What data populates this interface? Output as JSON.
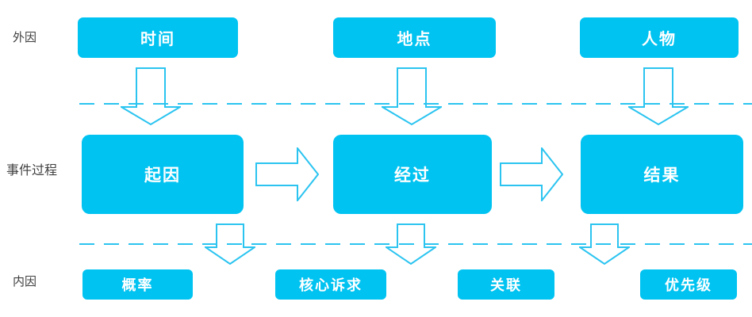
{
  "colors": {
    "box_fill": "#00c3f1",
    "arrow_stroke": "#2bc4f0",
    "dash_line": "#2bc4f0",
    "label_text": "#3f3f3f",
    "node_text": "#ffffff",
    "background": "#ffffff"
  },
  "icons": {
    "down_arrow": "hollow-down-arrow",
    "right_arrow": "hollow-right-arrow"
  },
  "diagram": {
    "rows": [
      {
        "id": "external",
        "label": "外因",
        "nodes": [
          "时间",
          "地点",
          "人物"
        ]
      },
      {
        "id": "process",
        "label": "事件过程",
        "nodes": [
          "起因",
          "经过",
          "结果"
        ]
      },
      {
        "id": "internal",
        "label": "内因",
        "nodes": [
          "概率",
          "核心诉求",
          "关联",
          "优先级"
        ]
      }
    ]
  }
}
